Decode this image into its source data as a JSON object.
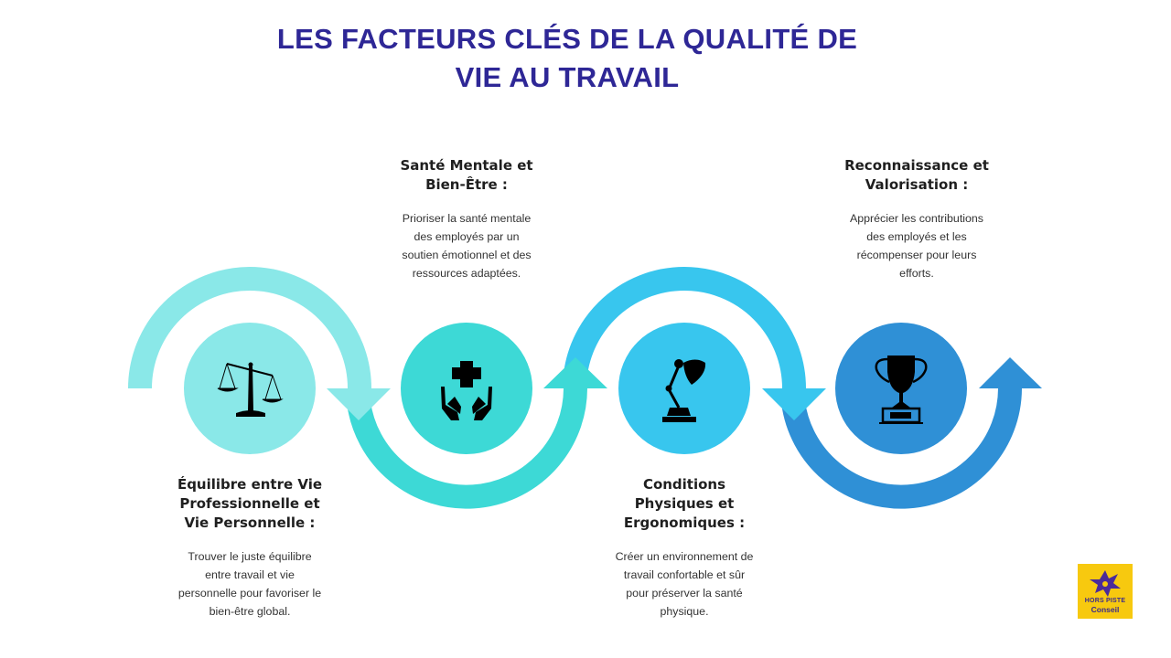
{
  "title": {
    "line1": "LES FACTEURS CLÉS DE LA QUALITÉ DE",
    "line2": "VIE AU TRAVAIL",
    "color": "#2e2796"
  },
  "colors": {
    "step1": "#8ae8e8",
    "step2": "#3dd9d6",
    "step3": "#38c6ee",
    "step4": "#2f90d6"
  },
  "steps": [
    {
      "icon": "scales-icon",
      "heading": [
        "Équilibre entre Vie",
        "Professionnelle et",
        "Vie Personnelle :"
      ],
      "text": [
        "Trouver le juste équilibre",
        "entre travail et vie",
        "personnelle pour favoriser le",
        "bien-être global."
      ]
    },
    {
      "icon": "health-hands-cross-icon",
      "heading": [
        "Santé Mentale et",
        "Bien-Être :"
      ],
      "text": [
        "Prioriser la santé mentale",
        "des employés par un",
        "soutien émotionnel et des",
        "ressources adaptées."
      ]
    },
    {
      "icon": "desk-lamp-icon",
      "heading": [
        "Conditions",
        "Physiques et",
        "Ergonomiques :"
      ],
      "text": [
        "Créer un environnement de",
        "travail confortable et sûr",
        "pour préserver la santé",
        "physique."
      ]
    },
    {
      "icon": "trophy-icon",
      "heading": [
        "Reconnaissance et",
        "Valorisation :"
      ],
      "text": [
        "Apprécier les contributions",
        "des employés et les",
        "récompenser pour leurs",
        "efforts."
      ]
    }
  ],
  "logo": {
    "line1": "HORS PISTE",
    "line2": "Conseil"
  }
}
